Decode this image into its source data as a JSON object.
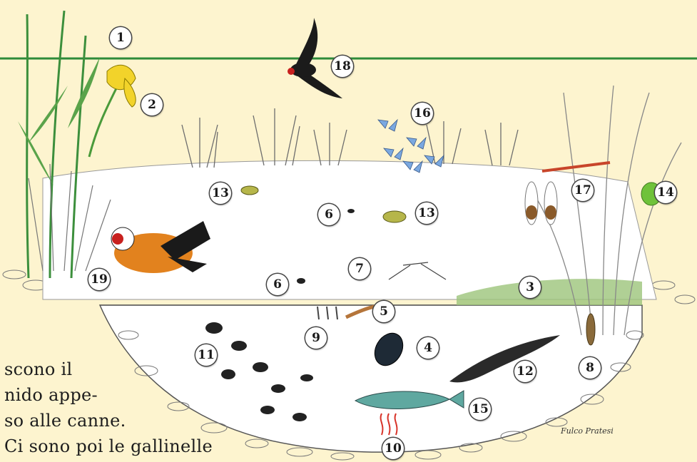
{
  "labels": [
    "1",
    "2",
    "3",
    "4",
    "5",
    "6",
    "6",
    "7",
    "8",
    "9",
    "10",
    "11",
    "12",
    "13",
    "13",
    "14",
    "15",
    "16",
    "17",
    "18",
    "19"
  ],
  "caption_lines": [
    "scono il",
    "nido appe-",
    "so alle canne.",
    "Ci sono poi le gallinelle"
  ],
  "signature": "Fulco Pratesi",
  "colors": {
    "background": "#fdf4cf",
    "horizon_line": "#2e8b3a",
    "water": "#ffffff"
  }
}
